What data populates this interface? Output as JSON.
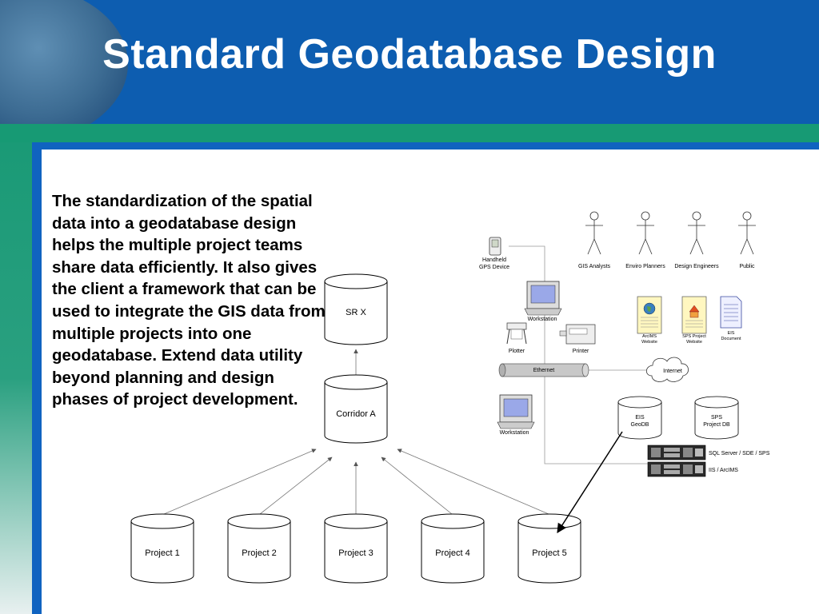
{
  "slide": {
    "title": "Standard Geodatabase Design",
    "body": "The standardization of the spatial data into a geodatabase design helps the multiple project teams share data efficiently.  It also gives the client a framework that can be used to integrate the GIS data from multiple projects into one geodatabase. Extend data utility beyond planning and design phases of project development."
  },
  "diagram": {
    "databases": {
      "sr_x": "SR X",
      "corridor_a": "Corridor A",
      "project_1": "Project 1",
      "project_2": "Project 2",
      "project_3": "Project 3",
      "project_4": "Project 4",
      "project_5": "Project 5"
    },
    "network": {
      "handheld": [
        "Handheld",
        "GPS Device"
      ],
      "workstation_top": "Workstation",
      "plotter": "Plotter",
      "printer": "Printer",
      "ethernet": "Ethernet",
      "internet": "Internet",
      "workstation_bottom": "Workstation",
      "eis_geodb": [
        "EIS",
        "GeoDB"
      ],
      "sps_project_db": [
        "SPS",
        "Project DB"
      ],
      "server_1": "SQL Server / SDE / SPS",
      "server_2": "IIS / ArcIMS",
      "arcims_website": [
        "ArcIMS",
        "Website"
      ],
      "sps_project_website": [
        "SPS Project",
        "Website"
      ],
      "eis_document": [
        "EIS",
        "Document"
      ]
    },
    "actors": [
      "GIS Analysts",
      "Enviro Planners",
      "Design Engineers",
      "Public"
    ]
  }
}
